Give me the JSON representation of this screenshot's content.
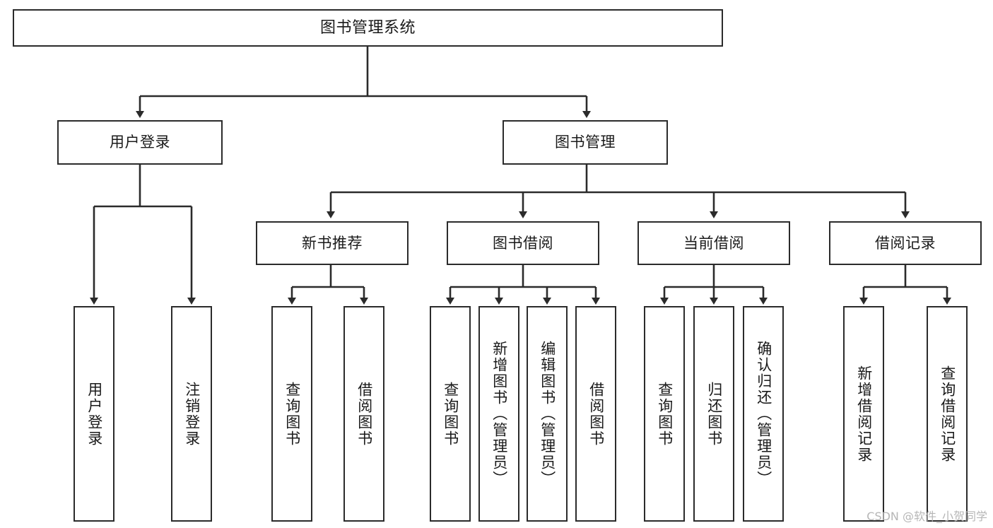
{
  "diagram": {
    "type": "tree",
    "title": "图书管理系统",
    "stroke_color": "#2b2b2b",
    "fill_color": "#ffffff",
    "text_color": "#1a1a1a"
  },
  "root": {
    "label": "图书管理系统"
  },
  "level2": [
    {
      "label": "用户登录"
    },
    {
      "label": "图书管理"
    }
  ],
  "level3": [
    {
      "label": "新书推荐"
    },
    {
      "label": "图书借阅"
    },
    {
      "label": "当前借阅"
    },
    {
      "label": "借阅记录"
    }
  ],
  "leaves": [
    {
      "label": "用户登录"
    },
    {
      "label": "注销登录"
    },
    {
      "label": "查询图书"
    },
    {
      "label": "借阅图书"
    },
    {
      "label": "查询图书"
    },
    {
      "label": "新增图书（管理员）"
    },
    {
      "label": "编辑图书（管理员）"
    },
    {
      "label": "借阅图书"
    },
    {
      "label": "查询图书"
    },
    {
      "label": "归还图书"
    },
    {
      "label": "确认归还（管理员）"
    },
    {
      "label": "新增借阅记录"
    },
    {
      "label": "查询借阅记录"
    }
  ],
  "watermark": {
    "text": "CSDN @软件_小贺同学"
  }
}
